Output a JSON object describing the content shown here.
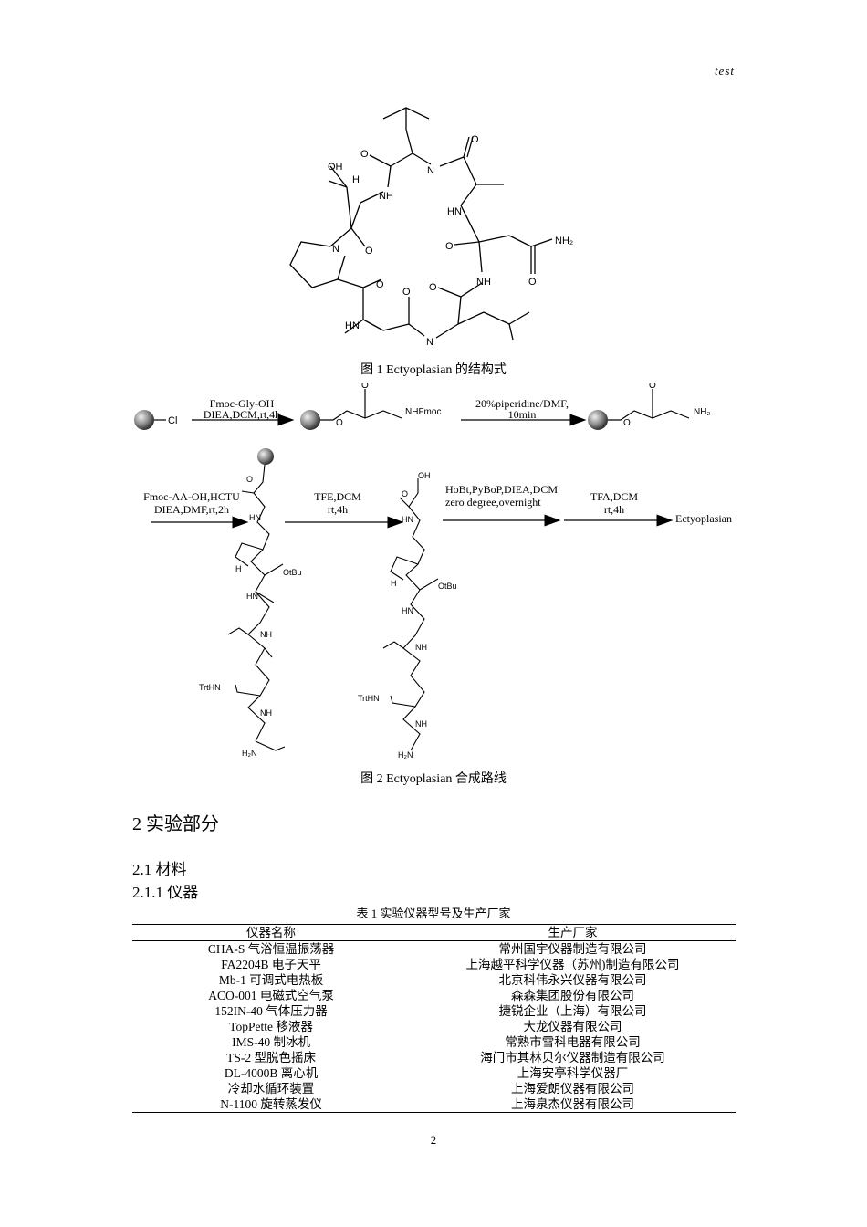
{
  "header": {
    "note": "test"
  },
  "figure1": {
    "caption": "图 1 Ectyoplasian 的结构式",
    "atoms": {
      "oh": "OH",
      "h": "H",
      "nh": "NH",
      "hn": "HN",
      "n": "N",
      "o": "O",
      "nh2": "NH₂"
    }
  },
  "figure2": {
    "caption": "图 2  Ectyoplasian 合成路线",
    "step1_top": "Fmoc-Gly-OH",
    "step1_bottom": "DIEA,DCM,rt,4h",
    "step2_top": "20%piperidine/DMF,",
    "step2_bottom": "10min",
    "step3_top": "Fmoc-AA-OH,HCTU",
    "step3_bottom": "DIEA,DMF,rt,2h",
    "step4_top": "TFE,DCM",
    "step4_bottom": "rt,4h",
    "step5_top": "HoBt,PyBoP,DIEA,DCM",
    "step5_bottom": "zero degree,overnight",
    "step6_top": "TFA,DCM",
    "step6_bottom": "rt,4h",
    "product": "Ectyoplasian",
    "cl": "Cl",
    "nhfmoc": "NHFmoc",
    "nh2": "NH₂",
    "otbu": "OtBu",
    "trthn": "TrtHN",
    "oh": "OH",
    "h2n": "H₂N"
  },
  "section": {
    "title": "2  实验部分",
    "sub1": "2.1  材料",
    "sub2": "2.1.1 仪器"
  },
  "table": {
    "caption": "表 1  实验仪器型号及生产厂家",
    "headers": [
      "仪器名称",
      "生产厂家"
    ],
    "rows": [
      [
        "CHA-S 气浴恒温振荡器",
        "常州国宇仪器制造有限公司"
      ],
      [
        "FA2204B 电子天平",
        "上海越平科学仪器（苏州)制造有限公司"
      ],
      [
        "Mb-1 可调式电热板",
        "北京科伟永兴仪器有限公司"
      ],
      [
        "ACO-001 电磁式空气泵",
        "森森集团股份有限公司"
      ],
      [
        "152IN-40 气体压力器",
        "捷锐企业（上海）有限公司"
      ],
      [
        "TopPette 移液器",
        "大龙仪器有限公司"
      ],
      [
        "IMS-40 制冰机",
        "常熟市雪科电器有限公司"
      ],
      [
        "TS-2 型脱色摇床",
        "海门市其林贝尔仪器制造有限公司"
      ],
      [
        "DL-4000B 离心机",
        "上海安亭科学仪器厂"
      ],
      [
        "冷却水循环装置",
        "上海爱朗仪器有限公司"
      ],
      [
        "N-1100 旋转蒸发仪",
        "上海泉杰仪器有限公司"
      ]
    ]
  },
  "page": {
    "number": "2"
  }
}
